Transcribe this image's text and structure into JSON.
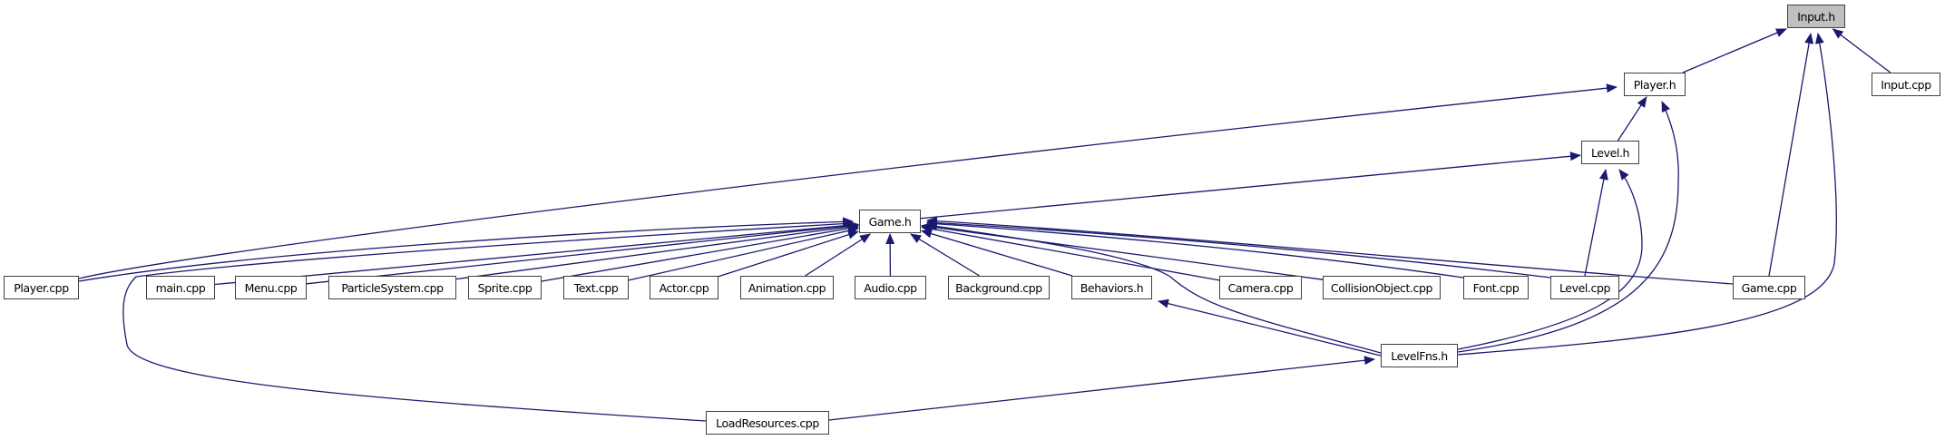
{
  "diagram": {
    "type": "include-dependency-graph",
    "root": "Input.h",
    "colors": {
      "edge": "#191970",
      "node_border": "#404040",
      "root_fill": "#bfbfbf",
      "node_fill": "#ffffff"
    },
    "nodes": [
      {
        "id": "input_h",
        "label": "Input.h",
        "root": true
      },
      {
        "id": "player_h",
        "label": "Player.h"
      },
      {
        "id": "input_cpp",
        "label": "Input.cpp"
      },
      {
        "id": "level_h",
        "label": "Level.h"
      },
      {
        "id": "game_h",
        "label": "Game.h"
      },
      {
        "id": "player_cpp",
        "label": "Player.cpp"
      },
      {
        "id": "main_cpp",
        "label": "main.cpp"
      },
      {
        "id": "menu_cpp",
        "label": "Menu.cpp"
      },
      {
        "id": "particlesystem_cpp",
        "label": "ParticleSystem.cpp"
      },
      {
        "id": "sprite_cpp",
        "label": "Sprite.cpp"
      },
      {
        "id": "text_cpp",
        "label": "Text.cpp"
      },
      {
        "id": "actor_cpp",
        "label": "Actor.cpp"
      },
      {
        "id": "animation_cpp",
        "label": "Animation.cpp"
      },
      {
        "id": "audio_cpp",
        "label": "Audio.cpp"
      },
      {
        "id": "background_cpp",
        "label": "Background.cpp"
      },
      {
        "id": "behaviors_h",
        "label": "Behaviors.h"
      },
      {
        "id": "camera_cpp",
        "label": "Camera.cpp"
      },
      {
        "id": "collisionobject_cpp",
        "label": "CollisionObject.cpp"
      },
      {
        "id": "font_cpp",
        "label": "Font.cpp"
      },
      {
        "id": "level_cpp",
        "label": "Level.cpp"
      },
      {
        "id": "game_cpp",
        "label": "Game.cpp"
      },
      {
        "id": "levelfns_h",
        "label": "LevelFns.h"
      },
      {
        "id": "loadresources_cpp",
        "label": "LoadResources.cpp"
      }
    ],
    "edges": [
      {
        "from": "player_h",
        "to": "input_h"
      },
      {
        "from": "input_cpp",
        "to": "input_h"
      },
      {
        "from": "game_cpp",
        "to": "input_h"
      },
      {
        "from": "levelfns_h",
        "to": "input_h"
      },
      {
        "from": "player_cpp",
        "to": "player_h"
      },
      {
        "from": "level_h",
        "to": "player_h"
      },
      {
        "from": "levelfns_h",
        "to": "player_h"
      },
      {
        "from": "game_h",
        "to": "level_h"
      },
      {
        "from": "level_cpp",
        "to": "level_h"
      },
      {
        "from": "levelfns_h",
        "to": "level_h"
      },
      {
        "from": "player_cpp",
        "to": "game_h"
      },
      {
        "from": "main_cpp",
        "to": "game_h"
      },
      {
        "from": "menu_cpp",
        "to": "game_h"
      },
      {
        "from": "particlesystem_cpp",
        "to": "game_h"
      },
      {
        "from": "sprite_cpp",
        "to": "game_h"
      },
      {
        "from": "text_cpp",
        "to": "game_h"
      },
      {
        "from": "actor_cpp",
        "to": "game_h"
      },
      {
        "from": "animation_cpp",
        "to": "game_h"
      },
      {
        "from": "audio_cpp",
        "to": "game_h"
      },
      {
        "from": "background_cpp",
        "to": "game_h"
      },
      {
        "from": "behaviors_h",
        "to": "game_h"
      },
      {
        "from": "camera_cpp",
        "to": "game_h"
      },
      {
        "from": "collisionobject_cpp",
        "to": "game_h"
      },
      {
        "from": "font_cpp",
        "to": "game_h"
      },
      {
        "from": "level_cpp",
        "to": "game_h"
      },
      {
        "from": "game_cpp",
        "to": "game_h"
      },
      {
        "from": "levelfns_h",
        "to": "game_h"
      },
      {
        "from": "loadresources_cpp",
        "to": "game_h"
      },
      {
        "from": "levelfns_h",
        "to": "behaviors_h"
      },
      {
        "from": "loadresources_cpp",
        "to": "levelfns_h"
      }
    ]
  }
}
